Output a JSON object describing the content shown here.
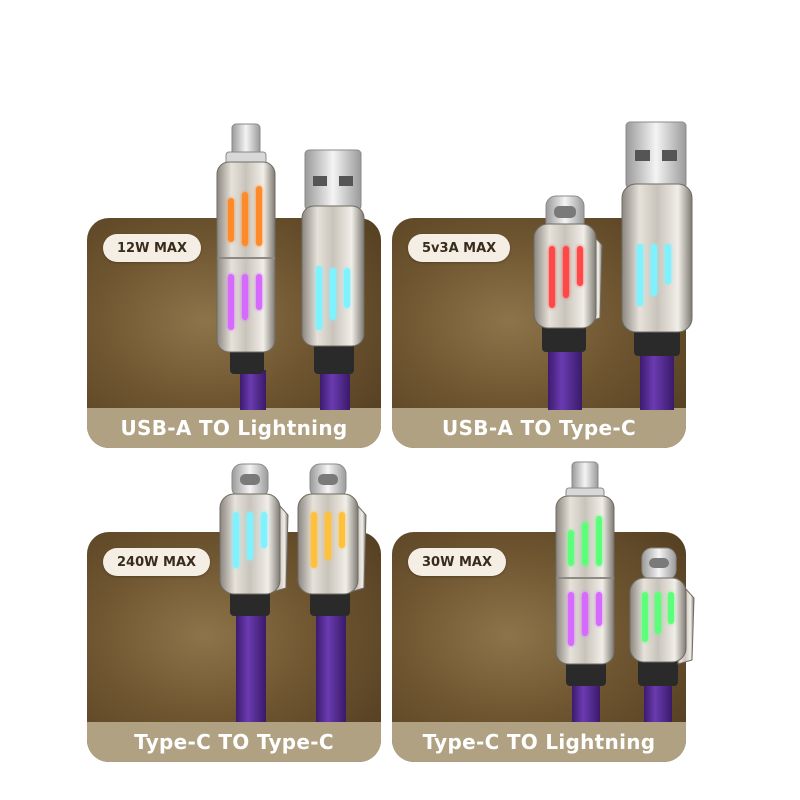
{
  "cards": [
    {
      "badge": "12W MAX",
      "title": "USB-A TO Lightning"
    },
    {
      "badge": "5v3A MAX",
      "title": "USB-A TO Type-C"
    },
    {
      "badge": "240W MAX",
      "title": "Type-C TO Type-C"
    },
    {
      "badge": "30W MAX",
      "title": "Type-C TO Lightning"
    }
  ],
  "colors": {
    "card_background": "#6f5631",
    "label_bar": "#b0a182",
    "cable": "#5b2f99",
    "led_orange": "#ff8a2a",
    "led_purple": "#d66bff",
    "led_cyan": "#7ff2ff",
    "led_red": "#ff4848",
    "led_amber": "#ffc03a",
    "led_green": "#5cff7a"
  },
  "icons": [
    "lightning-plug-icon",
    "usb-a-plug-icon",
    "type-c-plug-icon"
  ]
}
